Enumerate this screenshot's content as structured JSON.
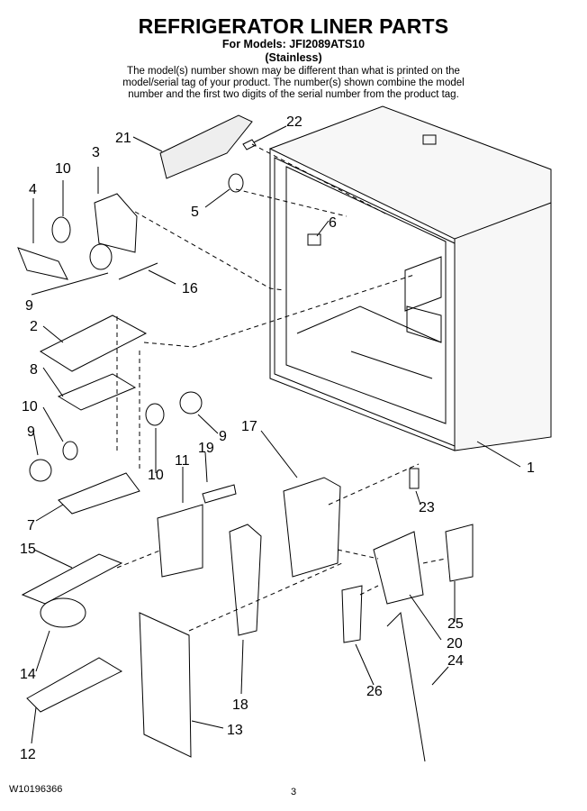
{
  "header": {
    "title": "REFRIGERATOR LINER PARTS",
    "models_line": "For Models: JFI2089ATS10",
    "finish_line": "(Stainless)",
    "note": "The model(s) number shown may be different than what is printed on the model/serial tag of your product. The number(s) shown combine the model number and the first two digits of the serial number from the product tag."
  },
  "callouts": [
    {
      "id": "c21",
      "label": "21"
    },
    {
      "id": "c22",
      "label": "22"
    },
    {
      "id": "c3",
      "label": "3"
    },
    {
      "id": "c10a",
      "label": "10"
    },
    {
      "id": "c4",
      "label": "4"
    },
    {
      "id": "c5",
      "label": "5"
    },
    {
      "id": "c6",
      "label": "6"
    },
    {
      "id": "c9a",
      "label": "9"
    },
    {
      "id": "c16",
      "label": "16"
    },
    {
      "id": "c2",
      "label": "2"
    },
    {
      "id": "c8",
      "label": "8"
    },
    {
      "id": "c10b",
      "label": "10"
    },
    {
      "id": "c9b",
      "label": "9"
    },
    {
      "id": "c9c",
      "label": "9"
    },
    {
      "id": "c17",
      "label": "17"
    },
    {
      "id": "c1",
      "label": "1"
    },
    {
      "id": "c10c",
      "label": "10"
    },
    {
      "id": "c11",
      "label": "11"
    },
    {
      "id": "c19",
      "label": "19"
    },
    {
      "id": "c7",
      "label": "7"
    },
    {
      "id": "c23",
      "label": "23"
    },
    {
      "id": "c15",
      "label": "15"
    },
    {
      "id": "c25",
      "label": "25"
    },
    {
      "id": "c20",
      "label": "20"
    },
    {
      "id": "c24",
      "label": "24"
    },
    {
      "id": "c14",
      "label": "14"
    },
    {
      "id": "c26",
      "label": "26"
    },
    {
      "id": "c18",
      "label": "18"
    },
    {
      "id": "c13",
      "label": "13"
    },
    {
      "id": "c12",
      "label": "12"
    }
  ],
  "footer": {
    "doc_number": "W10196366",
    "page_number": "3"
  }
}
